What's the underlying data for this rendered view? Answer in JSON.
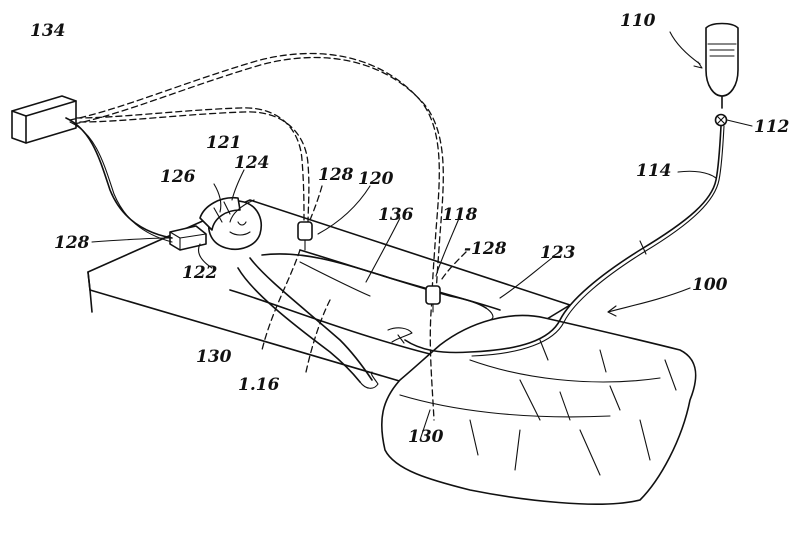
{
  "labels": {
    "l100": "100",
    "l110": "110",
    "l112": "112",
    "l114": "114",
    "l116": "1.16",
    "l118": "118",
    "l120": "120",
    "l121": "121",
    "l122": "122",
    "l123": "123",
    "l124": "124",
    "l126": "126",
    "l128a": "128",
    "l128b": "128",
    "l128c": "-128",
    "l130a": "130",
    "l130b": "130",
    "l134": "134",
    "l136": "136"
  }
}
